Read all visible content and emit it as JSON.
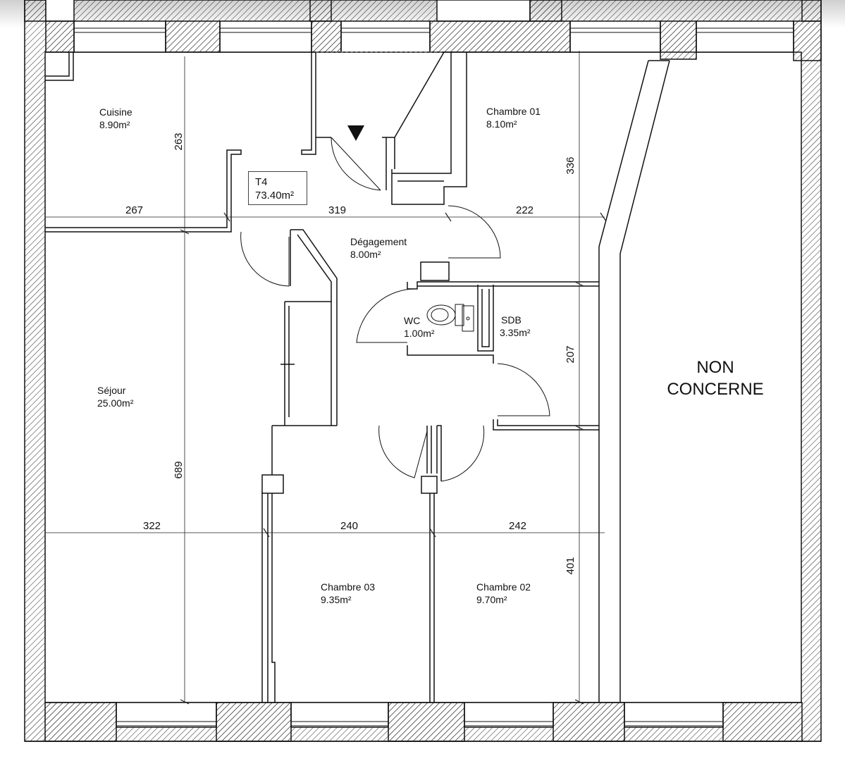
{
  "plan": {
    "unit": {
      "name": "T4",
      "area": "73.40m²"
    },
    "rooms": [
      {
        "key": "cuisine",
        "name": "Cuisine",
        "area": "8.90m²"
      },
      {
        "key": "chambre01",
        "name": "Chambre 01",
        "area": "8.10m²"
      },
      {
        "key": "degagement",
        "name": "Dégagement",
        "area": "8.00m²"
      },
      {
        "key": "wc",
        "name": "WC",
        "area": "1.00m²"
      },
      {
        "key": "sdb",
        "name": "SDB",
        "area": "3.35m²"
      },
      {
        "key": "sejour",
        "name": "Séjour",
        "area": "25.00m²"
      },
      {
        "key": "chambre03",
        "name": "Chambre 03",
        "area": "9.35m²"
      },
      {
        "key": "chambre02",
        "name": "Chambre 02",
        "area": "9.70m²"
      }
    ],
    "non_concerne": {
      "line1": "NON",
      "line2": "CONCERNE"
    },
    "dimensions": {
      "top_row": [
        "267",
        "319",
        "222"
      ],
      "bottom_row": [
        "322",
        "240",
        "242"
      ],
      "left_vertical": [
        "263",
        "689"
      ],
      "right_vertical": [
        "336",
        "207",
        "401"
      ]
    },
    "colors": {
      "wall": "#111111",
      "hatch": "#222222",
      "background": "#ffffff"
    }
  }
}
